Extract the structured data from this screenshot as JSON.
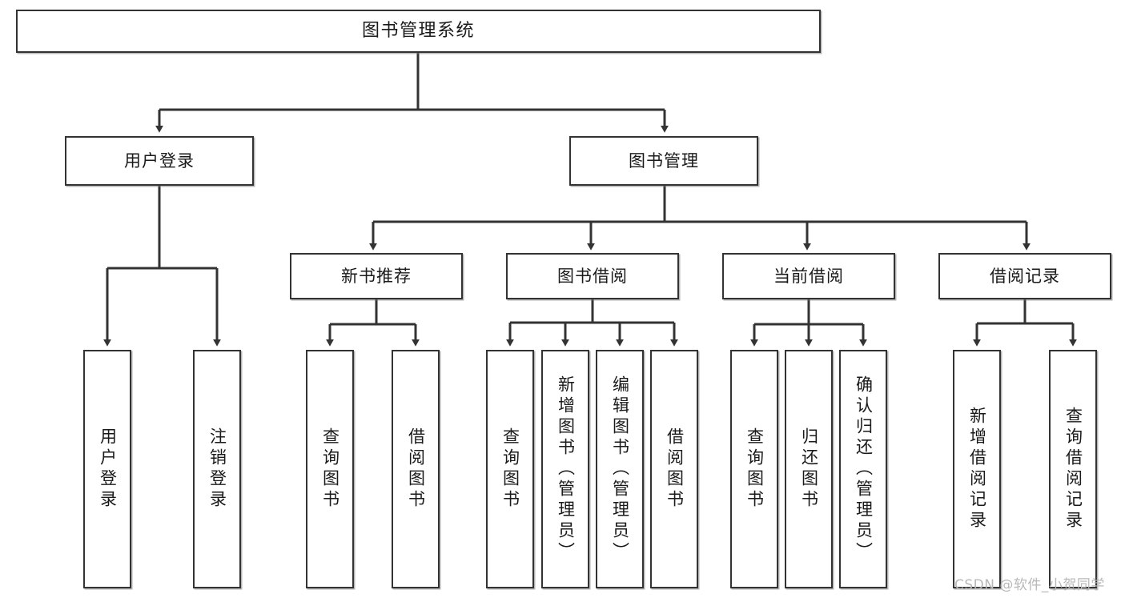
{
  "diagram": {
    "title": "图书管理系统",
    "watermark": "CSDN @软件_小贺同学",
    "colors": {
      "stroke": "#333333",
      "fill": "#ffffff",
      "text": "#1a1a1a",
      "watermark": "#b8b8b8"
    },
    "levels": {
      "root": {
        "label": "图书管理系统"
      },
      "level2": [
        {
          "label": "用户登录"
        },
        {
          "label": "图书管理"
        }
      ],
      "level3": [
        {
          "label": "新书推荐"
        },
        {
          "label": "图书借阅"
        },
        {
          "label": "当前借阅"
        },
        {
          "label": "借阅记录"
        }
      ],
      "leaves": {
        "user_login": [
          {
            "label": "用户登录"
          },
          {
            "label": "注销登录"
          }
        ],
        "new_book_recommend": [
          {
            "label": "查询图书"
          },
          {
            "label": "借阅图书"
          }
        ],
        "book_borrow": [
          {
            "label": "查询图书"
          },
          {
            "label": "新增图书（管理员）"
          },
          {
            "label": "编辑图书（管理员）"
          },
          {
            "label": "借阅图书"
          }
        ],
        "current_borrow": [
          {
            "label": "查询图书"
          },
          {
            "label": "归还图书"
          },
          {
            "label": "确认归还（管理员）"
          }
        ],
        "borrow_record": [
          {
            "label": "新增借阅记录"
          },
          {
            "label": "查询借阅记录"
          }
        ]
      }
    }
  }
}
